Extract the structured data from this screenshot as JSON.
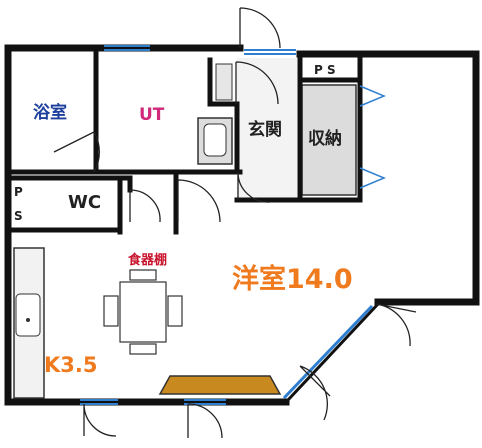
{
  "rooms": {
    "bath": "浴室",
    "utility": "UT",
    "entrance": "玄関",
    "storage": "収納",
    "toilet": "WC",
    "cupboard": "食器棚",
    "western_room": "洋室14.0",
    "kitchen": "K3.5"
  },
  "ps_labels": {
    "top": "P S",
    "left_p": "P",
    "left_s": "S"
  },
  "colors": {
    "wall": "#111111",
    "bath_text": "#1c3f9c",
    "ut_text": "#d0287a",
    "cupboard_text": "#c8142d",
    "western_text": "#f07a1e",
    "kitchen_text": "#f07a1e",
    "dark_text": "#222222",
    "fixture_fill": "#dddddd",
    "counter_fill": "#f2f2f2",
    "window_blue": "#2f7fd0",
    "shelf_fill": "#c88a1e"
  }
}
